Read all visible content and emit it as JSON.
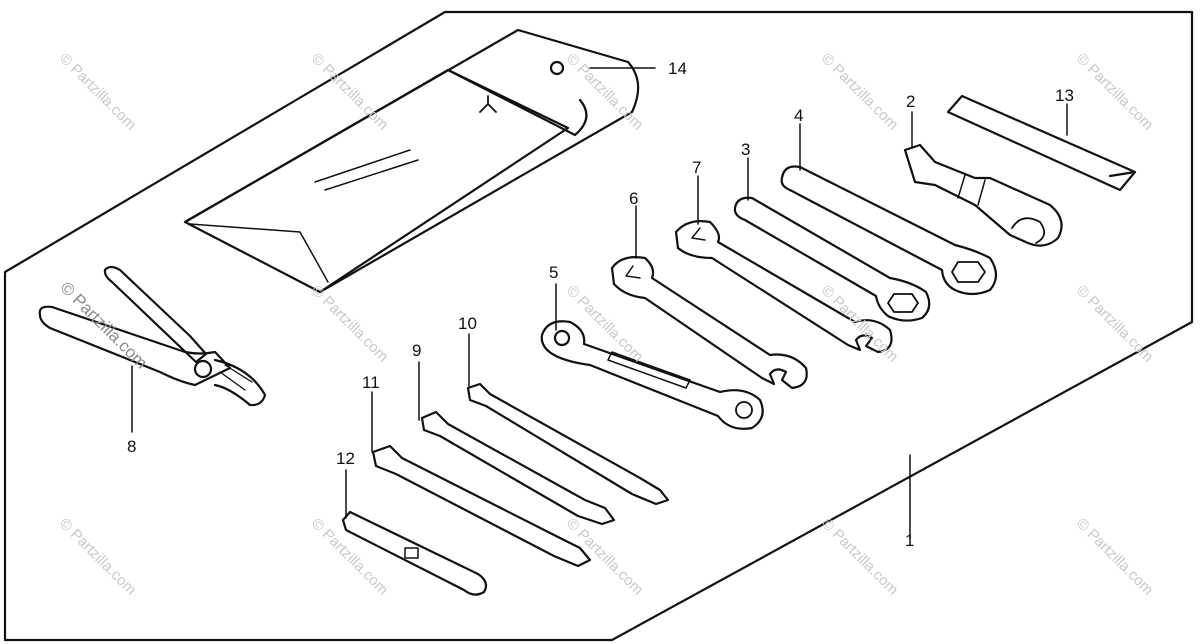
{
  "watermark": {
    "text": "© Partzilla.com"
  },
  "callouts": [
    "1",
    "2",
    "3",
    "4",
    "5",
    "6",
    "7",
    "8",
    "9",
    "10",
    "11",
    "12",
    "13",
    "14"
  ],
  "colors": {
    "ink": "#111111",
    "paper": "#ffffff",
    "watermark": "#c9c9c9"
  }
}
